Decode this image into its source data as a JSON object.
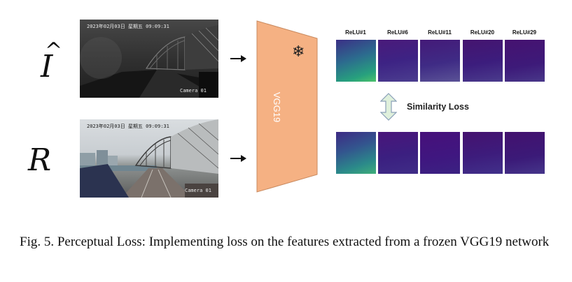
{
  "rows": {
    "top_symbol": "I",
    "top_symbol_accent": "^",
    "bottom_symbol": "R"
  },
  "top_image": {
    "timestamp": "2023年02月03日  星期五  09:09:31",
    "camera": "Camera 01"
  },
  "bottom_image": {
    "timestamp": "2023年02月03日  星期五  09:09:31",
    "camera": "Camera 01"
  },
  "network": {
    "label": "VGG19",
    "fill_color": "#f5b183",
    "frozen_icon": "snowflake-icon",
    "frozen_glyph": "❄"
  },
  "layers": [
    "ReLU#1",
    "ReLU#6",
    "ReLU#11",
    "ReLU#20",
    "ReLU#29"
  ],
  "loss": {
    "label": "Similarity Loss",
    "icon": "double-arrow-icon",
    "arrow_color": "#dff0dc",
    "arrow_stroke": "#8aa0b8"
  },
  "feature_map_colors": {
    "dark": "#3b0f70",
    "mid": "#443983",
    "teal": "#26828e",
    "green": "#35b779"
  },
  "caption": "Fig. 5.  Perceptual Loss: Implementing loss on the features extracted from a frozen VGG19 network"
}
